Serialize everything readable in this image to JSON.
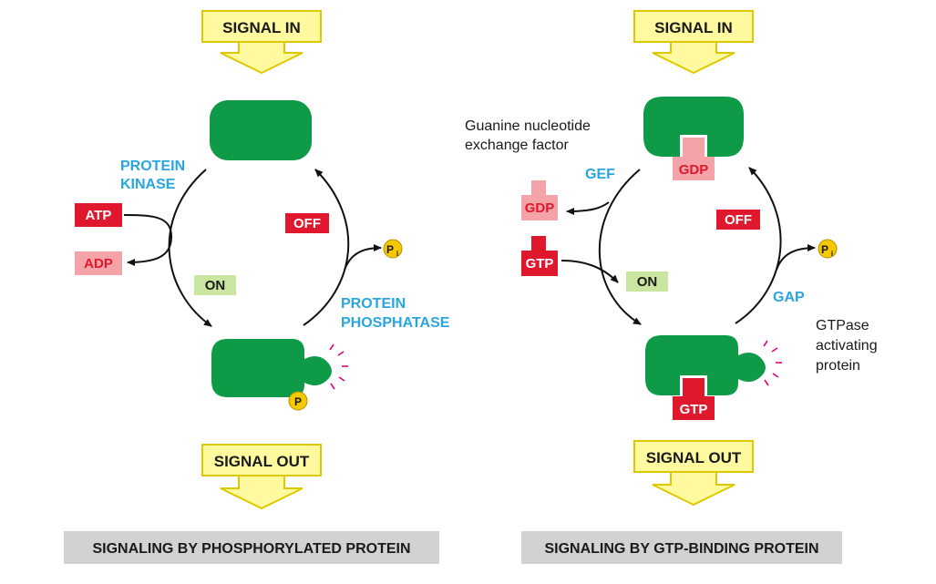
{
  "colors": {
    "protein": "#0f9a47",
    "signal_fill": "#fff9a0",
    "signal_stroke": "#e0c800",
    "red": "#e0182d",
    "pink": "#f4a4a8",
    "blue": "#29a6e0",
    "on_green": "#c8e6a0",
    "phosphate": "#f5c800",
    "caption_bg": "#d0d3cf",
    "spark": "#e4007a"
  },
  "left": {
    "signal_in": "SIGNAL IN",
    "signal_out": "SIGNAL OUT",
    "kinase": [
      "PROTEIN",
      "KINASE"
    ],
    "phosphatase": [
      "PROTEIN",
      "PHOSPHATASE"
    ],
    "atp": "ATP",
    "adp": "ADP",
    "on": "ON",
    "off": "OFF",
    "p": "P",
    "pi": "P",
    "pi_sub": "i",
    "caption": "SIGNALING BY PHOSPHORYLATED PROTEIN"
  },
  "right": {
    "signal_in": "SIGNAL IN",
    "signal_out": "SIGNAL OUT",
    "gef_full": [
      "Guanine nucleotide",
      "exchange factor"
    ],
    "gef": "GEF",
    "gap": "GAP",
    "gap_full": [
      "GTPase",
      "activating",
      "protein"
    ],
    "gdp_bound": "GDP",
    "gdp_released": "GDP",
    "gtp_incoming": "GTP",
    "gtp_bound": "GTP",
    "on": "ON",
    "off": "OFF",
    "pi": "P",
    "pi_sub": "i",
    "caption": "SIGNALING BY GTP-BINDING PROTEIN"
  }
}
